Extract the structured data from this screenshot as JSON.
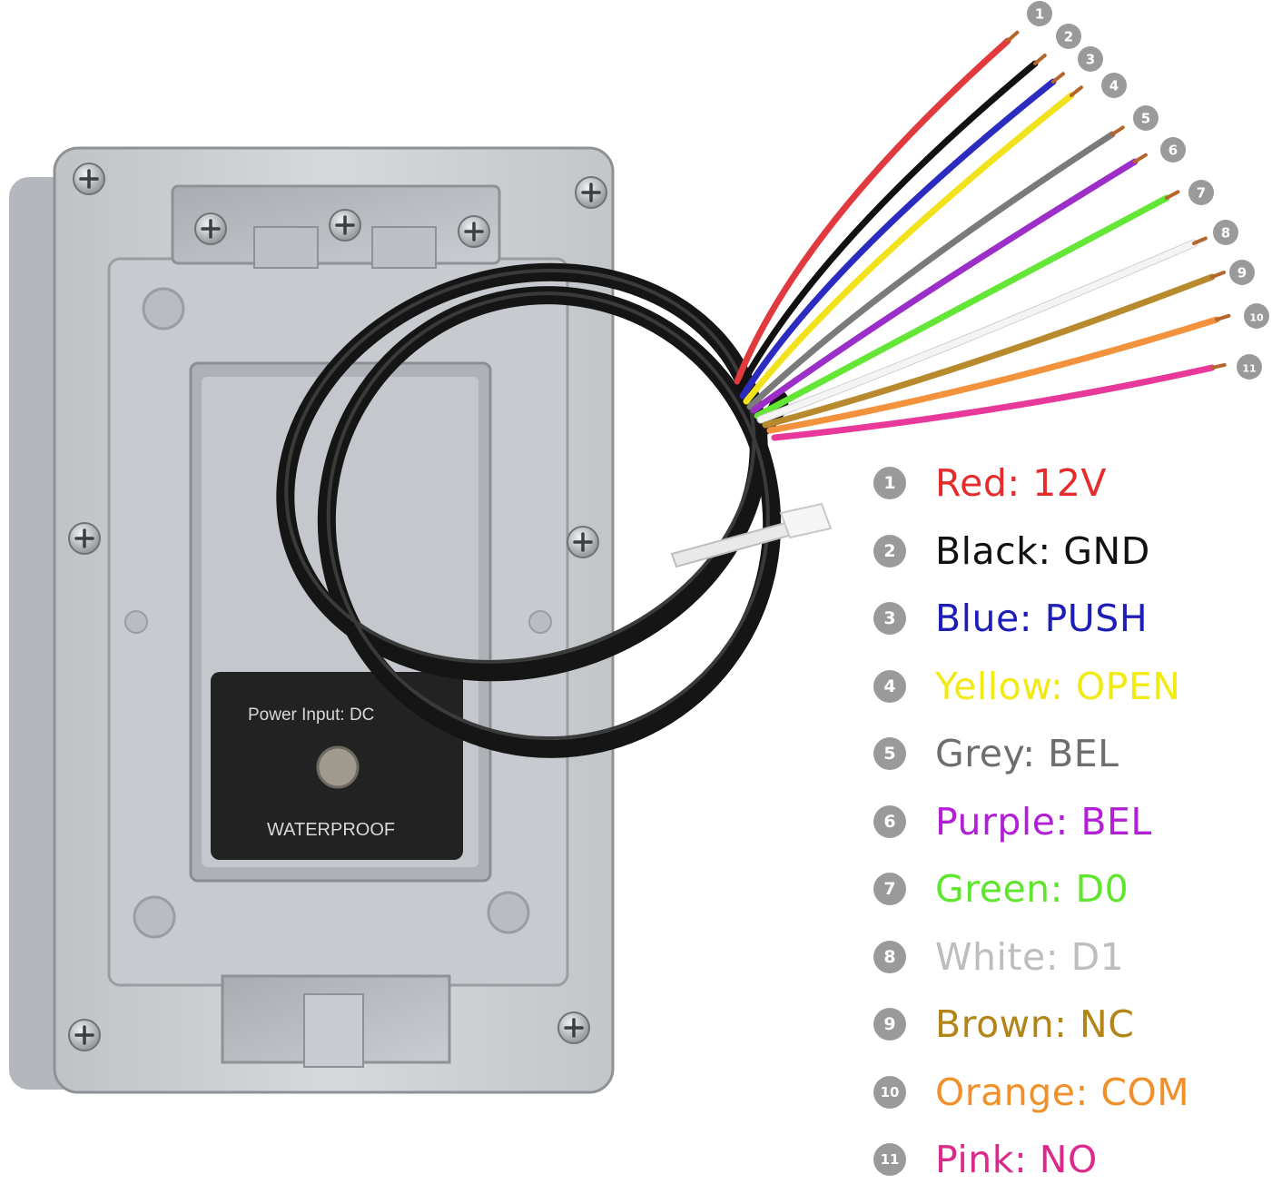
{
  "device": {
    "label_power": "Power Input: DC",
    "label_waterproof": "WATERPROOF"
  },
  "wires": [
    {
      "num": "1",
      "color": "#e03a3e",
      "label": "Red: 12V"
    },
    {
      "num": "2",
      "color": "#111111",
      "label": "Black: GND"
    },
    {
      "num": "3",
      "color": "#2b2bbf",
      "label": "Blue: PUSH"
    },
    {
      "num": "4",
      "color": "#f2e21b",
      "label": "Yellow: OPEN"
    },
    {
      "num": "5",
      "color": "#7a7a7a",
      "label": "Grey: BEL"
    },
    {
      "num": "6",
      "color": "#9b2fc7",
      "label": "Purple: BEL"
    },
    {
      "num": "7",
      "color": "#63e635",
      "label": "Green: D0"
    },
    {
      "num": "8",
      "color": "#f4f4f4",
      "label": "White: D1"
    },
    {
      "num": "9",
      "color": "#b88a2e",
      "label": "Brown: NC"
    },
    {
      "num": "10",
      "color": "#f3923c",
      "label": "Orange: COM"
    },
    {
      "num": "11",
      "color": "#e8389a",
      "label": "Pink: NO"
    }
  ],
  "legend": [
    {
      "num": "1",
      "text": "Red: 12V",
      "color": "#e52b2b"
    },
    {
      "num": "2",
      "text": "Black: GND",
      "color": "#111111"
    },
    {
      "num": "3",
      "text": "Blue: PUSH",
      "color": "#1d1db8"
    },
    {
      "num": "4",
      "text": "Yellow: OPEN",
      "color": "#f2ea14"
    },
    {
      "num": "5",
      "text": "Grey: BEL",
      "color": "#6e6e6e"
    },
    {
      "num": "6",
      "text": "Purple: BEL",
      "color": "#b21fd6"
    },
    {
      "num": "7",
      "text": "Green: D0",
      "color": "#5fe52e"
    },
    {
      "num": "8",
      "text": "White: D1",
      "color": "#bdbdbd"
    },
    {
      "num": "9",
      "text": "Brown: NC",
      "color": "#b38416"
    },
    {
      "num": "10",
      "text": "Orange: COM",
      "color": "#f0902a"
    },
    {
      "num": "11",
      "text": "Pink: NO",
      "color": "#dc2a8c"
    }
  ]
}
